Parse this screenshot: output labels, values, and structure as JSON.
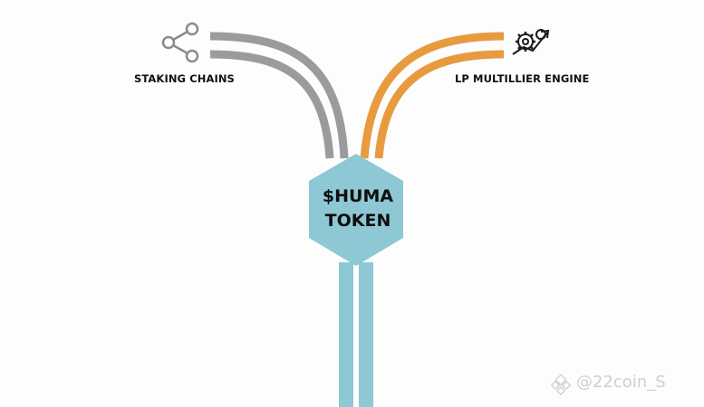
{
  "diagram": {
    "colors": {
      "staking_stream": "#9a9b9d",
      "lp_stream": "#e89a3f",
      "token_hex": "#8ec8d4",
      "token_stream": "#8ec8d4",
      "text": "#111111"
    },
    "left_branch": {
      "label": "STAKING CHAINS",
      "icon": "share-network-icon"
    },
    "right_branch": {
      "label": "LP MULTILLIER ENGINE",
      "icon": "gears-chart-arrow-icon"
    },
    "center": {
      "line1": "$HUMA",
      "line2": "TOKEN"
    }
  },
  "watermark": {
    "text": "@22coin_S",
    "icon": "binance-logo-icon"
  }
}
